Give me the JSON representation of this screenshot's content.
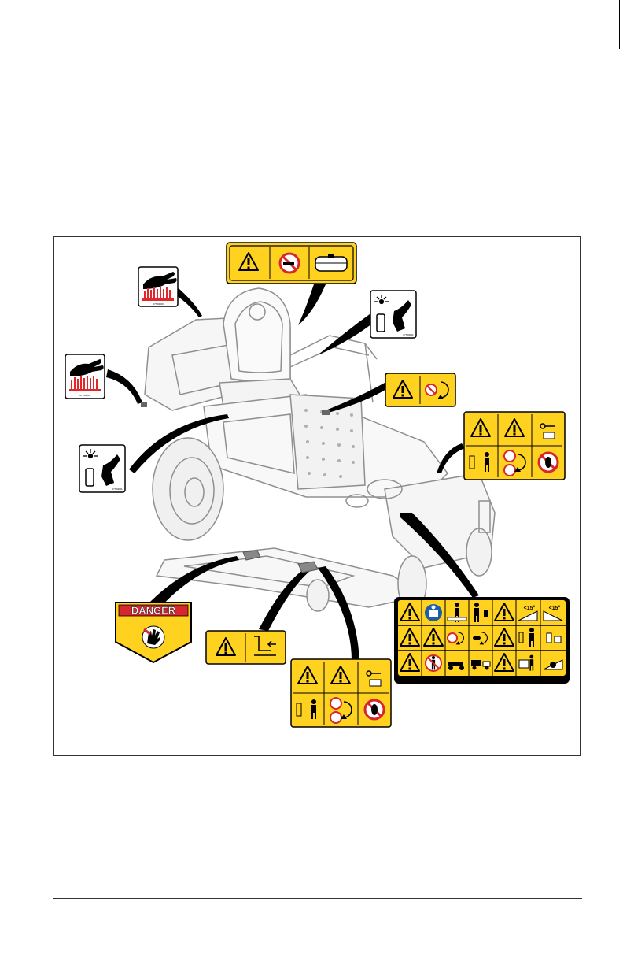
{
  "figure": {
    "danger_label": "DANGER",
    "decal_codes": {
      "hot_surface": "07700000",
      "fluid_pressure": "07700001"
    },
    "angle_labels": [
      "<15°",
      "<15°"
    ],
    "colors": {
      "decal_yellow": "#FFD21F",
      "danger_red": "#D7262E",
      "outline": "#000000",
      "mower_line": "#8f8f8f",
      "hot_red": "#E2262B",
      "mandatory_blue": "#1E5DA8"
    },
    "icons": [
      "warning-triangle-icon",
      "no-smoking-icon",
      "fuel-tank-icon",
      "hot-surface-hand-icon",
      "pressurized-fluid-icon",
      "rotating-blade-hand-icon",
      "ignition-key-icon",
      "bystander-distance-icon",
      "no-foot-icon",
      "read-manual-icon",
      "slope-15-icon"
    ]
  }
}
